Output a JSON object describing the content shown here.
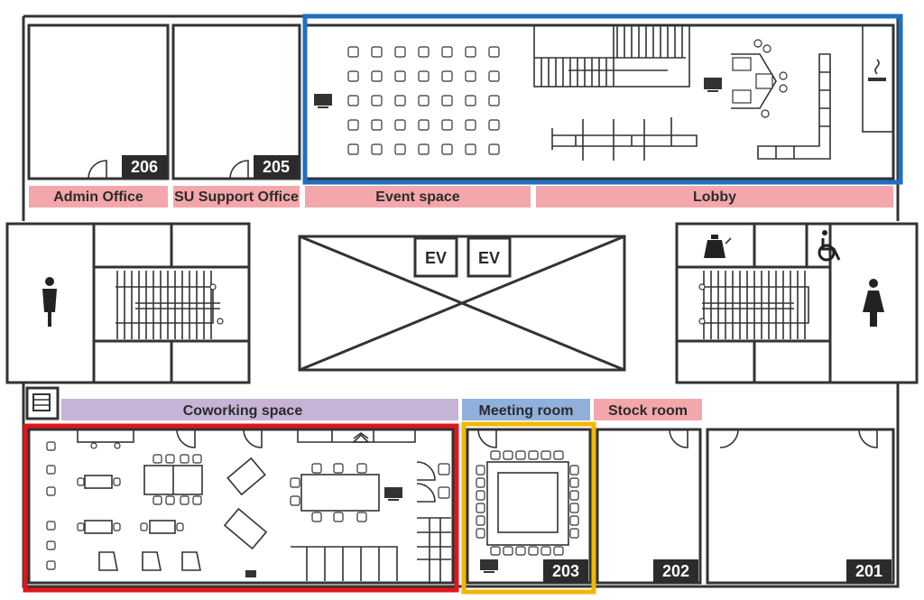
{
  "rooms": {
    "r206": "206",
    "r205": "205",
    "r203": "203",
    "r202": "202",
    "r201": "201"
  },
  "labels": {
    "admin_office": "Admin Office",
    "su_support_office": "SU Support Office",
    "event_space": "Event space",
    "lobby": "Lobby",
    "coworking_space": "Coworking space",
    "meeting_room": "Meeting room",
    "stock_room": "Stock room"
  },
  "elevators": [
    "EV",
    "EV"
  ],
  "highlights": {
    "blue": "#1f6fc2",
    "red": "#e0161b",
    "yellow": "#f2b705"
  },
  "icons": [
    "male-restroom-icon",
    "female-restroom-icon",
    "kettle-icon",
    "wheelchair-icon",
    "vending-machine-icon",
    "monitor-icon",
    "coat-hanger-icon",
    "smoking-icon"
  ]
}
